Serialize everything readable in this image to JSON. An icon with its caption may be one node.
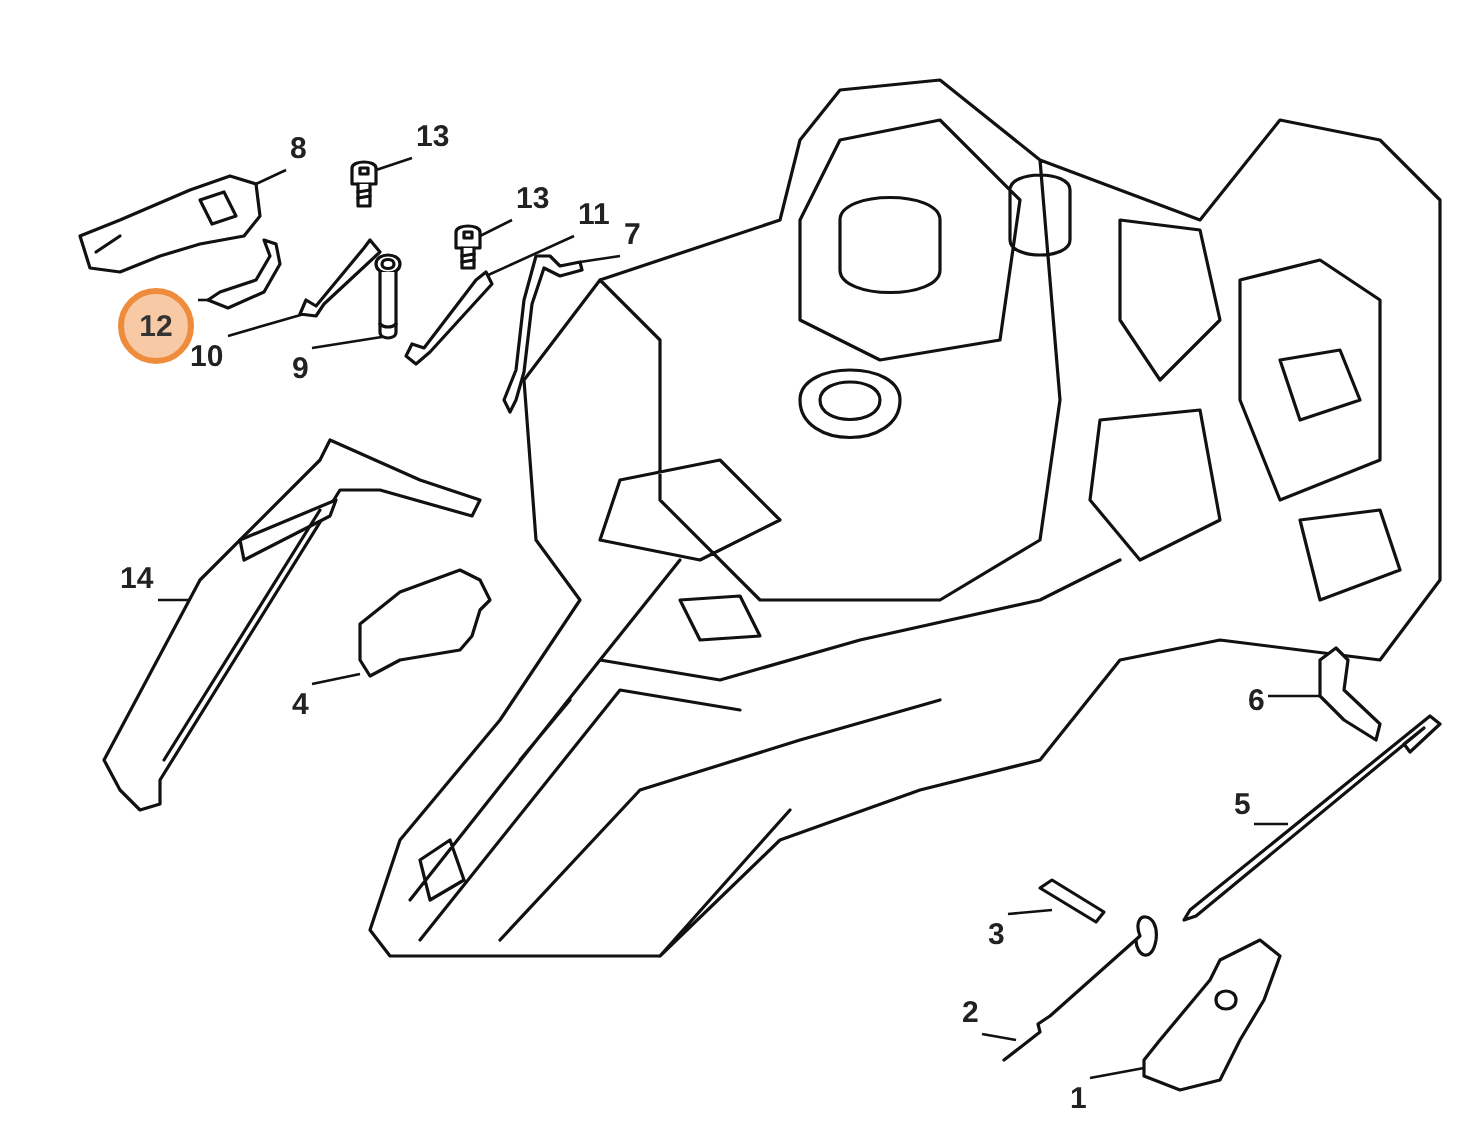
{
  "diagram": {
    "nodes": [
      {
        "text": [
          "8"
        ]
      },
      {
        "text": [
          "13"
        ]
      },
      {
        "text": [
          "13"
        ]
      },
      {
        "text": [
          "11"
        ]
      },
      {
        "text": [
          "7"
        ]
      },
      {
        "text": [
          "12"
        ]
      },
      {
        "text": [
          "10"
        ]
      },
      {
        "text": [
          "9"
        ]
      },
      {
        "text": [
          "14"
        ]
      },
      {
        "text": [
          "4"
        ]
      },
      {
        "text": [
          "6"
        ]
      },
      {
        "text": [
          "5"
        ]
      },
      {
        "text": [
          "3"
        ]
      },
      {
        "text": [
          "2"
        ]
      },
      {
        "text": [
          "1"
        ]
      },
      {
        "text": [],
        "shape": "picture"
      },
      {
        "text": [],
        "shape": "picture"
      },
      {
        "text": [],
        "shape": "picture"
      },
      {
        "text": [],
        "shape": "picture"
      },
      {
        "text": [],
        "shape": "picture"
      },
      {
        "text": [],
        "shape": "picture"
      },
      {
        "text": [],
        "shape": "picture"
      },
      {
        "text": [],
        "shape": "picture"
      },
      {
        "text": [],
        "shape": "picture"
      },
      {
        "text": [],
        "shape": "picture"
      },
      {
        "text": [],
        "shape": "picture"
      },
      {
        "text": [],
        "shape": "picture"
      },
      {
        "text": [],
        "shape": "picture"
      },
      {
        "text": [],
        "shape": "picture"
      },
      {
        "text": [],
        "shape": "picture"
      }
    ],
    "edges": [
      {
        "from": 0,
        "to": 15,
        "arrow": "none"
      },
      {
        "from": 1,
        "to": 16,
        "arrow": "none"
      },
      {
        "from": 2,
        "to": 17,
        "arrow": "none"
      },
      {
        "from": 3,
        "to": 18,
        "arrow": "none"
      },
      {
        "from": 4,
        "to": 19,
        "arrow": "none"
      },
      {
        "from": 5,
        "to": 20,
        "arrow": "none"
      },
      {
        "from": 6,
        "to": 21,
        "arrow": "none"
      },
      {
        "from": 7,
        "to": 22,
        "arrow": "none"
      },
      {
        "from": 8,
        "to": 23,
        "arrow": "none"
      },
      {
        "from": 9,
        "to": 24,
        "arrow": "none"
      },
      {
        "from": 10,
        "to": 25,
        "arrow": "none"
      },
      {
        "from": 11,
        "to": 26,
        "arrow": "none"
      },
      {
        "from": 12,
        "to": 27,
        "arrow": "none"
      },
      {
        "from": 13,
        "to": 28,
        "arrow": "none"
      },
      {
        "from": 14,
        "to": 29,
        "arrow": "none"
      }
    ]
  }
}
